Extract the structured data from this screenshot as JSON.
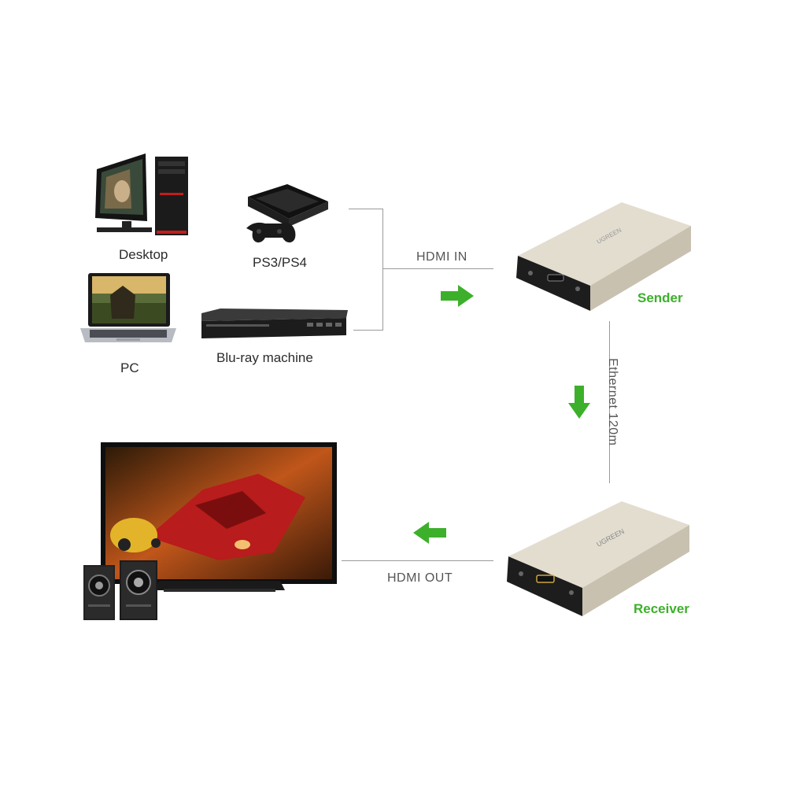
{
  "sources": {
    "desktop": "Desktop",
    "ps": "PS3/PS4",
    "pc": "PC",
    "bluray": "Blu-ray machine"
  },
  "connections": {
    "hdmi_in": "HDMI  IN",
    "ethernet": "Ethernet 120m",
    "hdmi_out": "HDMI  OUT"
  },
  "devices": {
    "sender": "Sender",
    "receiver": "Receiver"
  },
  "colors": {
    "accent_green": "#3db02b",
    "line_gray": "#9a9a9a",
    "box_silver": "#d9d3c4"
  },
  "icons": [
    "desktop-computer-icon",
    "game-console-icon",
    "laptop-icon",
    "bluray-player-icon",
    "tv-icon",
    "speaker-icon",
    "arrow-right-icon",
    "arrow-down-icon",
    "arrow-left-icon"
  ]
}
